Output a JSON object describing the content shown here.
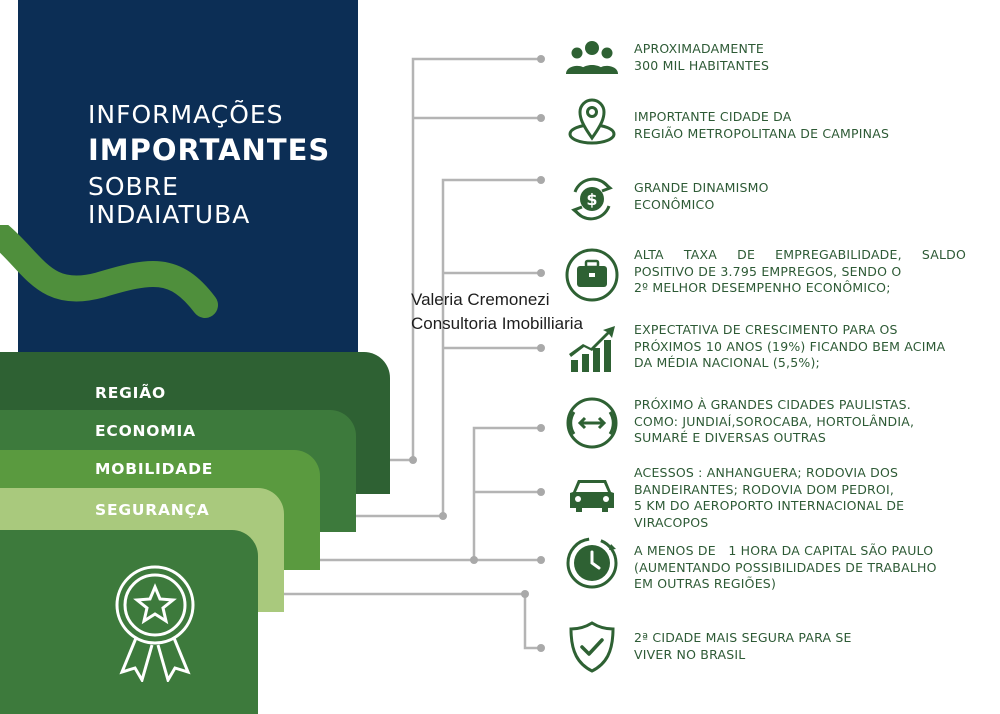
{
  "header": {
    "title_lines": [
      "INFORMAÇÕES",
      "IMPORTANTES",
      "SOBRE",
      "INDAIATUBA"
    ]
  },
  "categories": [
    "REGIÃO",
    "ECONOMIA",
    "MOBILIDADE",
    "SEGURANÇA"
  ],
  "watermark": [
    "Valeria Cremonezi",
    "Consultoria Imobilliaria"
  ],
  "items": [
    {
      "icon": "people-group-icon",
      "lines": [
        "APROXIMADAMENTE",
        "300 MIL HABITANTES"
      ]
    },
    {
      "icon": "map-pin-icon",
      "lines": [
        "IMPORTANTE CIDADE DA",
        "REGIÃO METROPOLITANA DE CAMPINAS"
      ]
    },
    {
      "icon": "dollar-cycle-icon",
      "lines": [
        "GRANDE DINAMISMO",
        "ECONÔMICO"
      ]
    },
    {
      "icon": "briefcase-icon",
      "lines": [
        "ALTA TAXA DE EMPREGABILIDADE, SALDO",
        "POSITIVO DE 3.795 EMPREGOS, SENDO O",
        "2º MELHOR DESEMPENHO ECONÔMICO;"
      ]
    },
    {
      "icon": "growth-chart-icon",
      "lines": [
        "EXPECTATIVA DE CRESCIMENTO PARA OS",
        "PRÓXIMOS 10 ANOS (19%) FICANDO BEM ACIMA",
        "DA MÉDIA NACIONAL (5,5%);"
      ]
    },
    {
      "icon": "route-circle-icon",
      "lines": [
        "PRÓXIMO À GRANDES CIDADES PAULISTAS.",
        "COMO: JUNDIAÍ,SOROCABA, HORTOLÂNDIA,",
        "SUMARÉ E DIVERSAS OUTRAS"
      ]
    },
    {
      "icon": "car-icon",
      "lines": [
        "ACESSOS : ANHANGUERA; RODOVIA DOS",
        "BANDEIRANTES; RODOVIA DOM PEDROI,",
        "5 KM DO AEROPORTO INTERNACIONAL DE",
        "VIRACOPOS"
      ]
    },
    {
      "icon": "clock-icon",
      "lines": [
        "A MENOS DE   1 HORA DA CAPITAL SÃO PAULO",
        "(AUMENTANDO POSSIBILIDADES DE TRABALHO",
        "EM OUTRAS REGIÕES)"
      ]
    },
    {
      "icon": "shield-check-icon",
      "lines": [
        "2ª CIDADE MAIS SEGURA PARA SE",
        "VIVER NO BRASIL"
      ]
    }
  ],
  "colors": {
    "navy": "#0c2e55",
    "dark_green": "#2e6133",
    "mid_green": "#3d7a3c",
    "green": "#5a9a3f",
    "light_green": "#a9c97d",
    "text_green": "#2d5a35",
    "connector_gray": "#b4b4b4"
  }
}
